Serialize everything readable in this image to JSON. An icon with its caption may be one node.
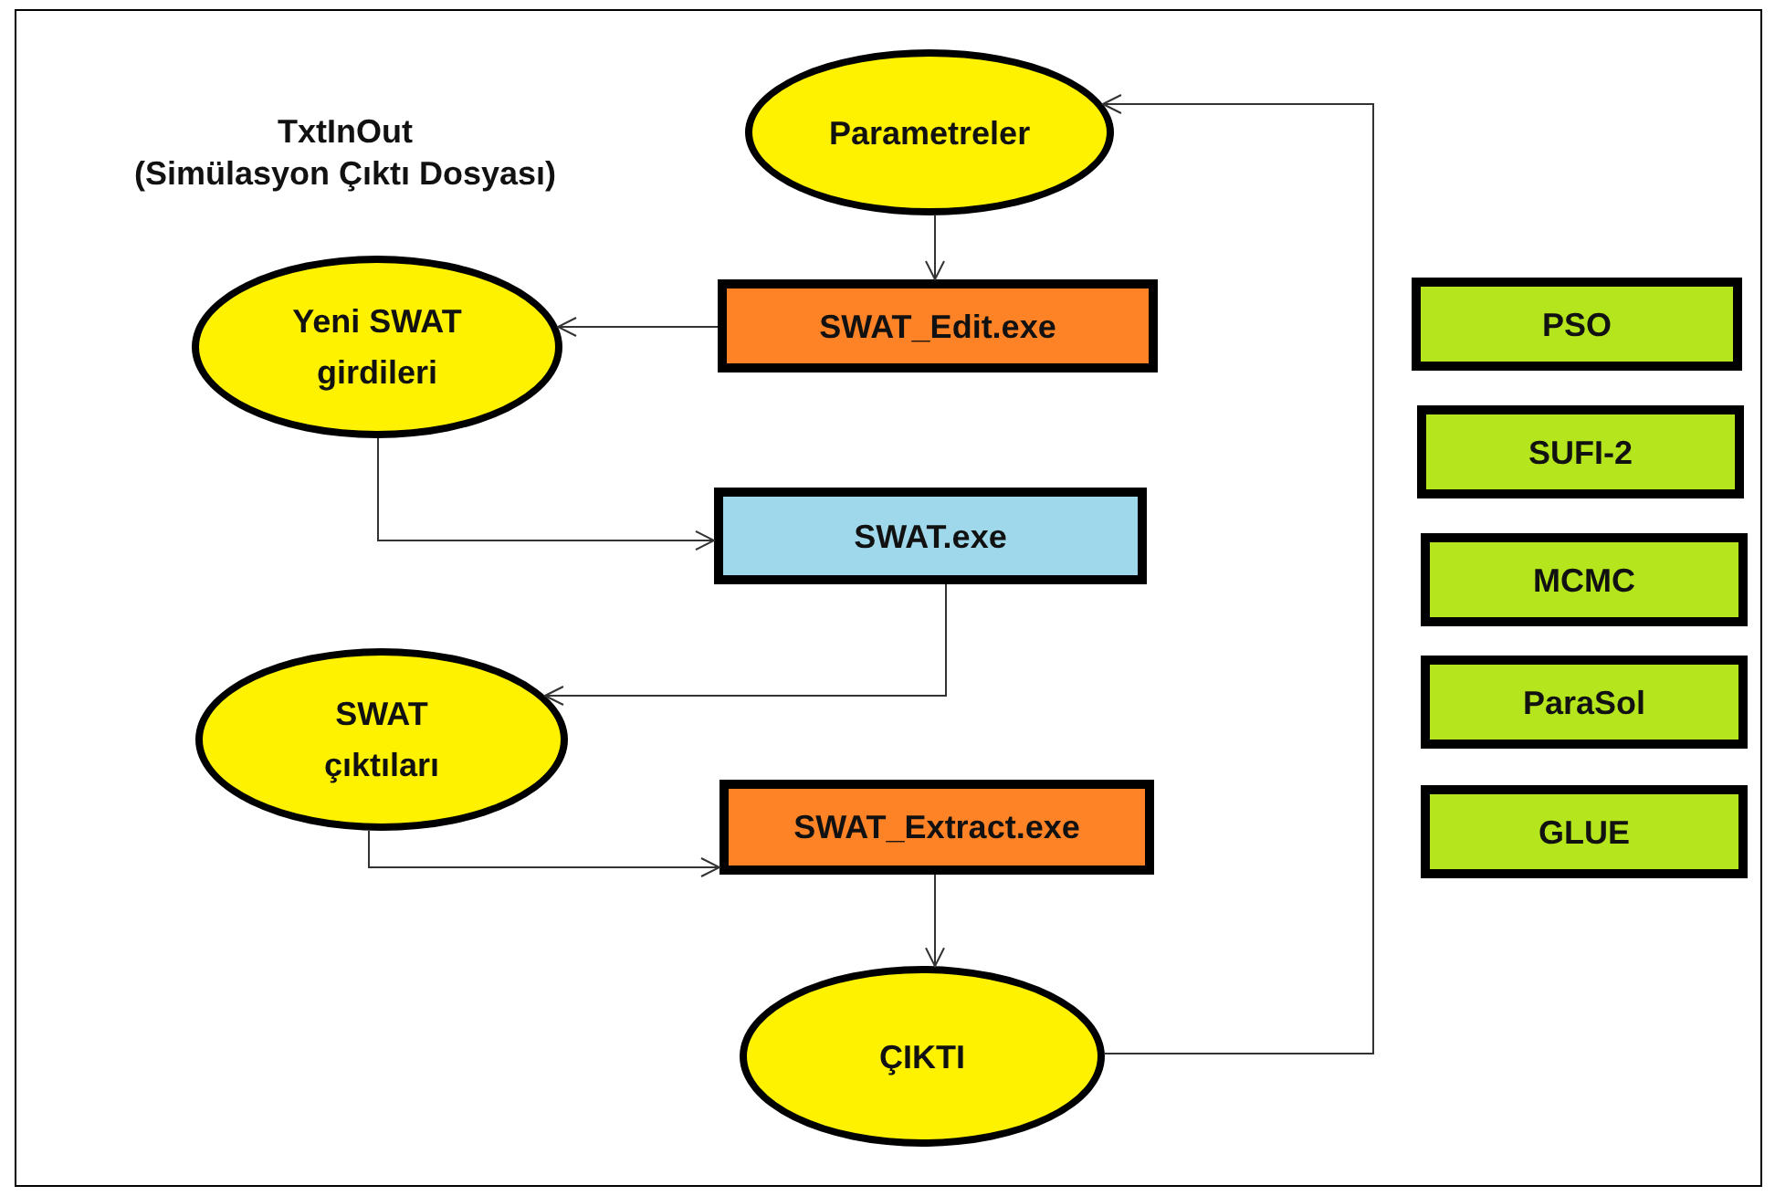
{
  "diagram": {
    "nodes": [
      {
        "text": [
          "TxtInOut",
          "(Simülasyon Çıktı Dosyası)"
        ]
      },
      {
        "text": [
          "Parametreler"
        ],
        "in": 0
      },
      {
        "text": [
          "SWAT_Edit.exe"
        ],
        "in": 0
      },
      {
        "text": [
          "Yeni SWAT girdileri"
        ],
        "in": 0
      },
      {
        "text": [
          "SWAT.exe"
        ],
        "in": 0
      },
      {
        "text": [
          "SWAT çıktıları"
        ],
        "in": 0
      },
      {
        "text": [
          "SWAT_Extract.exe"
        ],
        "in": 0
      },
      {
        "text": [
          "ÇIKTI"
        ],
        "in": 0
      },
      {
        "text": [
          "PSO"
        ],
        "in": 0
      },
      {
        "text": [
          "SUFI-2"
        ],
        "in": 0
      },
      {
        "text": [
          "MCMC"
        ],
        "in": 0
      },
      {
        "text": [
          "ParaSol"
        ],
        "in": 0
      },
      {
        "text": [
          "GLUE"
        ],
        "in": 0
      }
    ],
    "edges": [
      {
        "from": 1,
        "to": 2,
        "arrow": "to"
      },
      {
        "from": 2,
        "to": 3,
        "arrow": "to"
      },
      {
        "from": 3,
        "to": 4,
        "arrow": "to"
      },
      {
        "from": 4,
        "to": 5,
        "arrow": "to"
      },
      {
        "from": 5,
        "to": 6,
        "arrow": "to"
      },
      {
        "from": 6,
        "to": 7,
        "arrow": "to"
      },
      {
        "from": 7,
        "to": 1,
        "arrow": "to"
      }
    ]
  }
}
